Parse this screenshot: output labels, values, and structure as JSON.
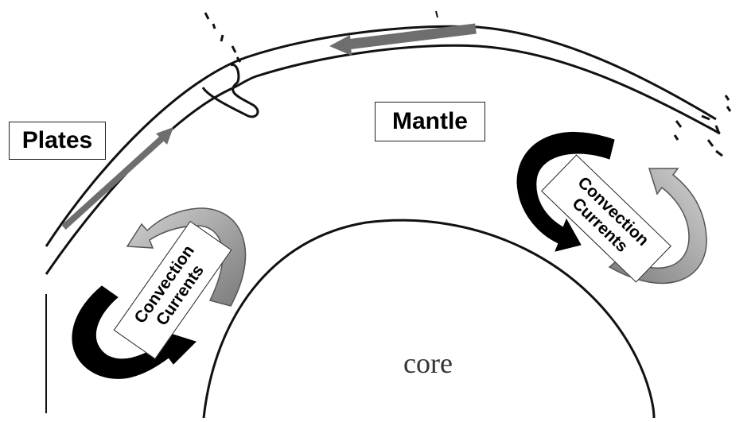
{
  "labels": {
    "plates": "Plates",
    "mantle": "Mantle",
    "core": "core",
    "convection_line1": "Convection",
    "convection_line2": "Currents"
  },
  "colors": {
    "background": "#ffffff",
    "outline": "#111111",
    "plate_arrow": "#6e6e6e",
    "current_dark": "#000000",
    "current_light": "#9a9a9a"
  }
}
